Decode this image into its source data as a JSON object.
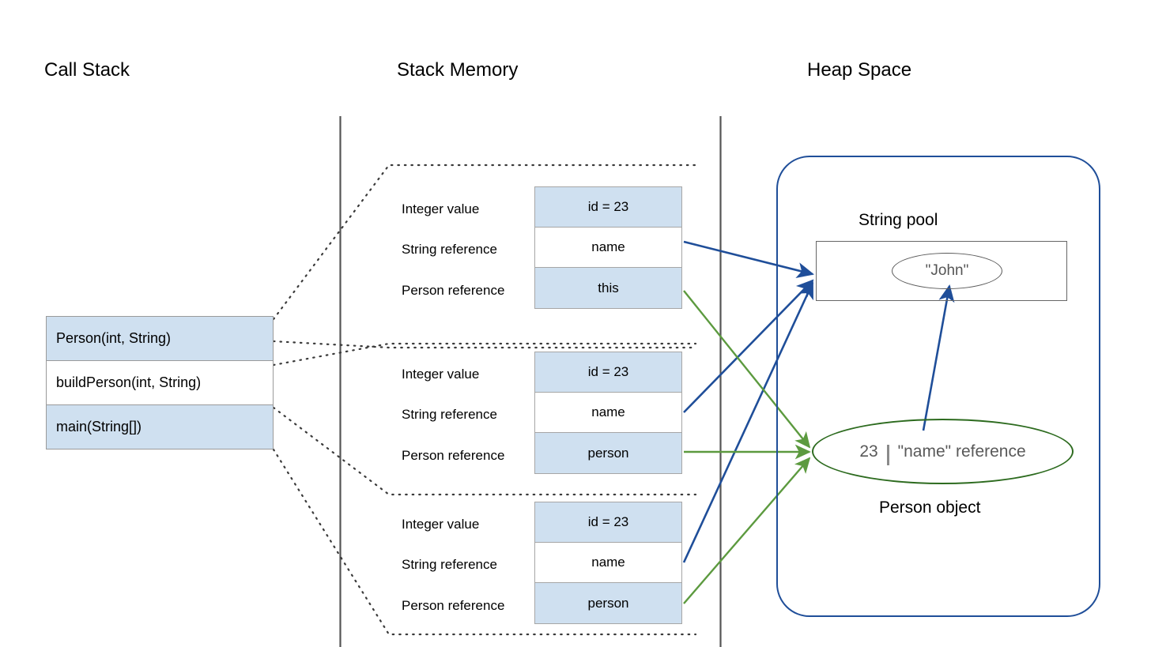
{
  "columns": {
    "call_stack": "Call Stack",
    "stack_memory": "Stack Memory",
    "heap_space": "Heap Space"
  },
  "call_stack": {
    "frames": [
      {
        "label": "Person(int, String)",
        "filled": true
      },
      {
        "label": "buildPerson(int, String)",
        "filled": false
      },
      {
        "label": "main(String[])",
        "filled": true
      }
    ]
  },
  "stack_memory": {
    "row_labels": [
      "Integer value",
      "String reference",
      "Person reference"
    ],
    "frames": [
      {
        "name": "person-constructor-frame",
        "cells": [
          {
            "value": "id = 23",
            "filled": true
          },
          {
            "value": "name",
            "filled": false
          },
          {
            "value": "this",
            "filled": true
          }
        ]
      },
      {
        "name": "build-person-frame",
        "cells": [
          {
            "value": "id = 23",
            "filled": true
          },
          {
            "value": "name",
            "filled": false
          },
          {
            "value": "person",
            "filled": true
          }
        ]
      },
      {
        "name": "main-frame",
        "cells": [
          {
            "value": "id = 23",
            "filled": true
          },
          {
            "value": "name",
            "filled": false
          },
          {
            "value": "person",
            "filled": true
          }
        ]
      }
    ]
  },
  "heap": {
    "string_pool_label": "String pool",
    "string_literal": "\"John\"",
    "person_object": {
      "id_value": "23",
      "name_field": "\"name\" reference",
      "caption": "Person object"
    }
  },
  "colors": {
    "cell_fill": "#cfe0f0",
    "cell_border": "#a6a6a6",
    "heap_border": "#1f4e99",
    "string_arrow": "#1f4e99",
    "object_arrow": "#5c9a3f",
    "person_ellipse": "#2d6b1f",
    "divider": "#595959",
    "dotted": "#444444"
  }
}
